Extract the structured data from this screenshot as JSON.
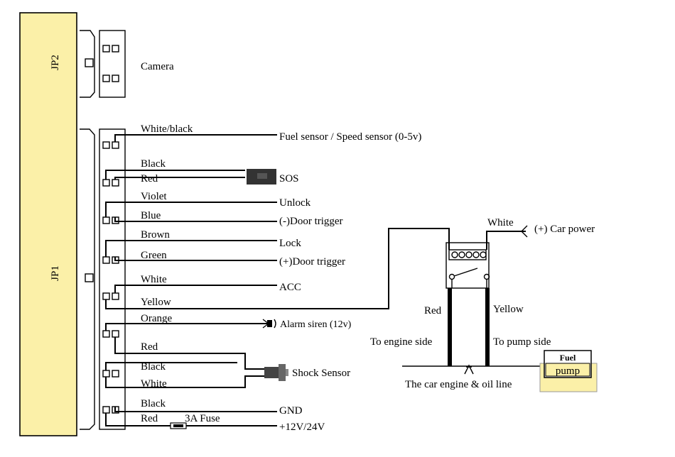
{
  "board": {
    "fill": "#fbf0a8",
    "jp2_label": "JP2",
    "jp1_label": "JP1"
  },
  "connectors": {
    "camera": "Camera"
  },
  "wires": {
    "white_black": "White/black",
    "fuel_sensor": "Fuel sensor / Speed sensor (0-5v)",
    "black_sos": "Black",
    "red_sos": "Red",
    "sos": "SOS",
    "violet": "Violet",
    "unlock": "Unlock",
    "blue": "Blue",
    "door_trigger_neg": "(-)Door trigger",
    "brown": "Brown",
    "lock": "Lock",
    "green": "Green",
    "door_trigger_pos": "(+)Door trigger",
    "white_acc": "White",
    "acc": "ACC",
    "yellow": "Yellow",
    "orange": "Orange",
    "alarm_siren": "Alarm siren (12v)",
    "red_shock": "Red",
    "black_shock": "Black",
    "white_shock": "White",
    "shock_sensor": "Shock Sensor",
    "black_gnd": "Black",
    "red_power": "Red",
    "fuse": "3A Fuse",
    "gnd": "GND",
    "power": "+12V/24V"
  },
  "relay": {
    "white": "White",
    "car_power": "(+) Car power",
    "red": "Red",
    "yellow": "Yellow",
    "engine_side": "To engine side",
    "pump_side": "To pump side",
    "oil_line": "The car engine & oil line",
    "fuel": "Fuel",
    "pump": "pump",
    "fuel_box_fill": "#fbf0a8"
  }
}
